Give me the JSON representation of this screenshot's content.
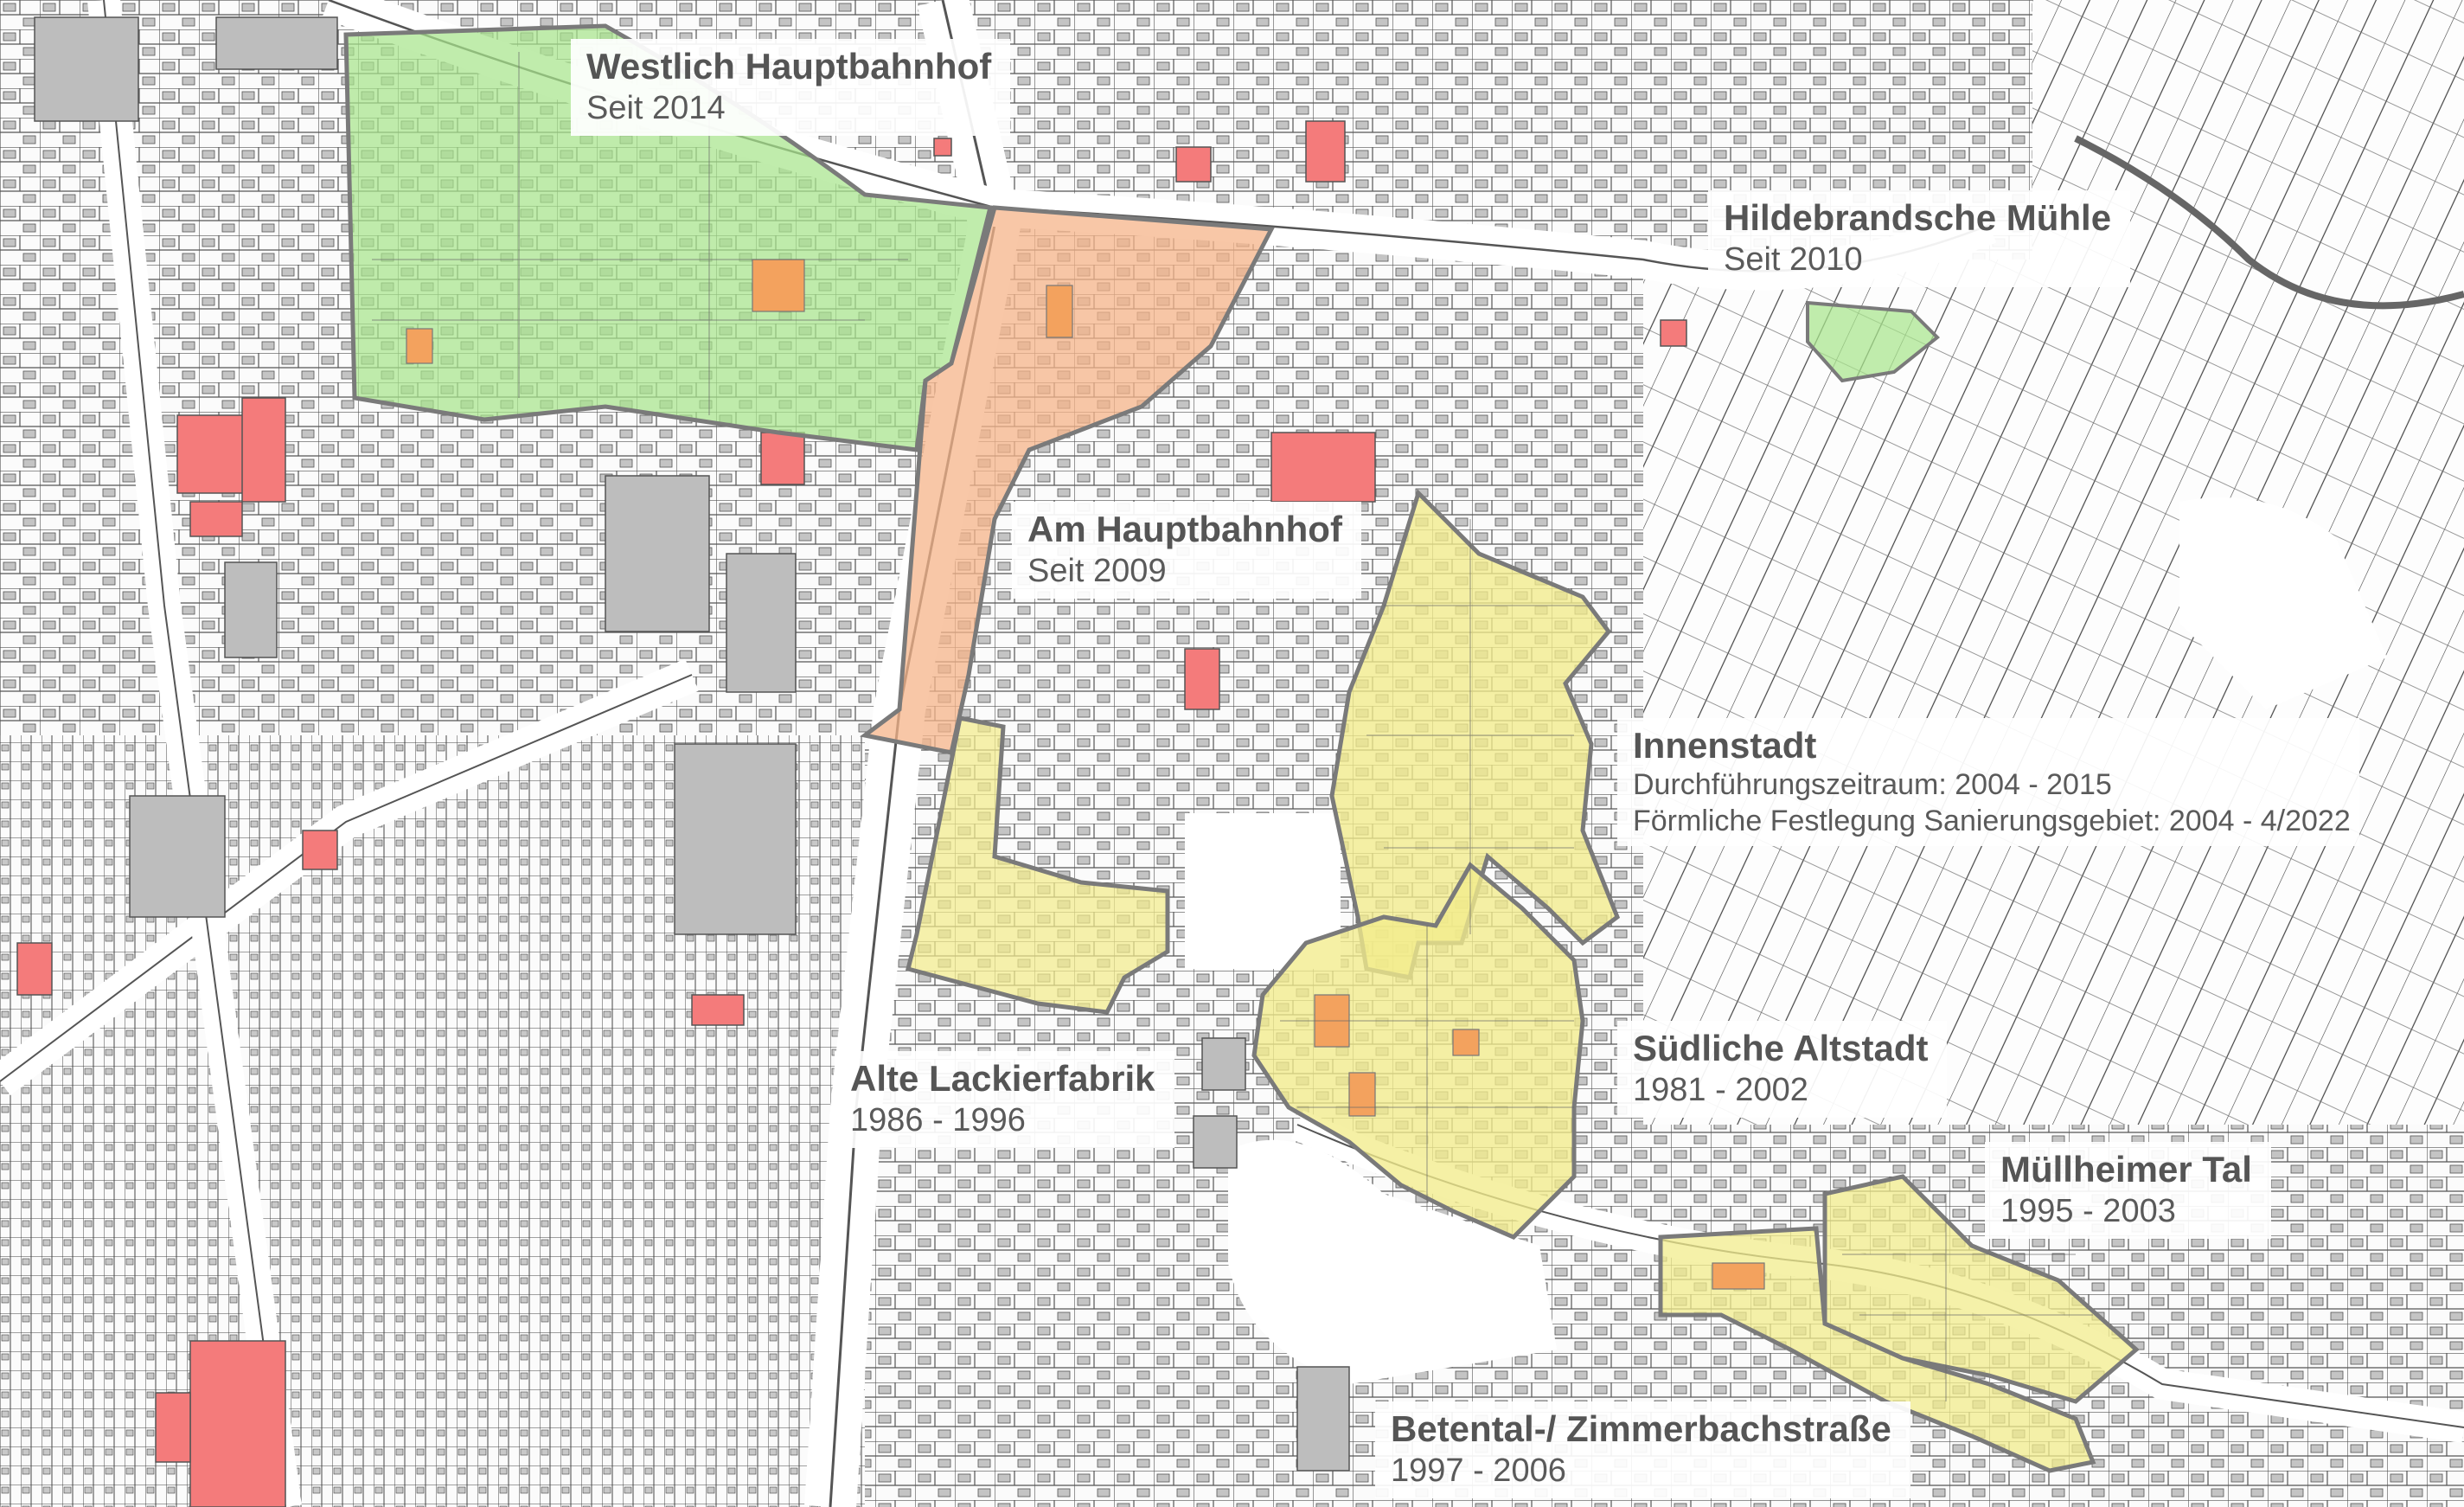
{
  "map": {
    "colors": {
      "green_area": "#a8e48c",
      "orange_area": "#f5b48a",
      "yellow_area": "#f2ec8c",
      "red_buildings": "#f47b7b",
      "gray_buildings": "#bdbdbd",
      "boundary": "#7a7a7a"
    }
  },
  "areas": [
    {
      "id": "westlich-hauptbahnhof",
      "name": "Westlich Hauptbahnhof",
      "period": "Seit 2014",
      "fill": "green"
    },
    {
      "id": "hildebrandsche-muehle",
      "name": "Hildebrandsche Mühle",
      "period": "Seit 2010",
      "fill": "green"
    },
    {
      "id": "am-hauptbahnhof",
      "name": "Am Hauptbahnhof",
      "period": "Seit 2009",
      "fill": "orange"
    },
    {
      "id": "innenstadt",
      "name": "Innenstadt",
      "lines": [
        "Durchführungszeitraum: 2004 - 2015",
        "Förmliche Festlegung Sanierungsgebiet: 2004 - 4/2022"
      ],
      "fill": "yellow"
    },
    {
      "id": "suedliche-altstadt",
      "name": "Südliche Altstadt",
      "period": "1981 - 2002",
      "fill": "yellow"
    },
    {
      "id": "alte-lackierfabrik",
      "name": "Alte Lackierfabrik",
      "period": "1986 - 1996",
      "fill": "yellow"
    },
    {
      "id": "muellheimer-tal",
      "name": "Müllheimer Tal",
      "period": "1995 - 2003",
      "fill": "yellow"
    },
    {
      "id": "betental-zimmerbachstrasse",
      "name": "Betental-/ Zimmerbachstraße",
      "period": "1997 - 2006",
      "fill": "yellow"
    }
  ]
}
